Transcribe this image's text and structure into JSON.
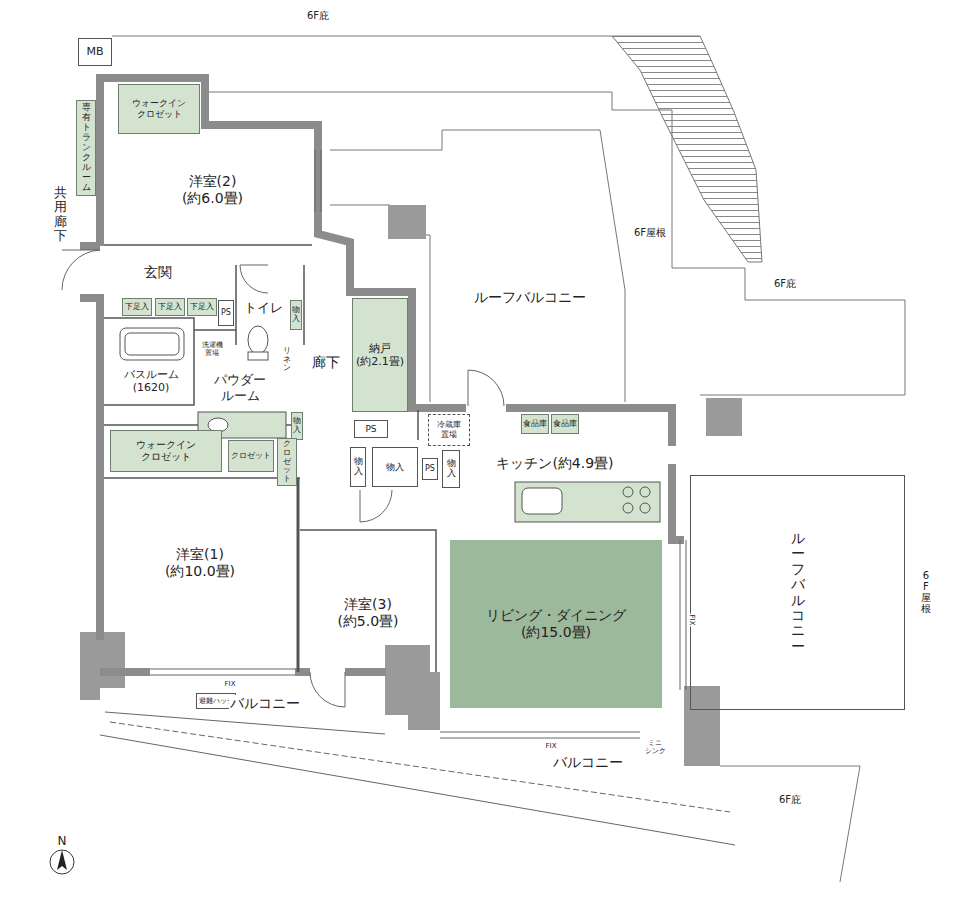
{
  "diagram": {
    "nodes": [
      {
        "text": [
          "MB"
        ]
      },
      {
        "text": [
          "専有トランクルーム"
        ]
      },
      {
        "text": [
          "ウォークイン クロゼット"
        ]
      },
      {
        "text": [
          "洋室(2)",
          "(約6.0畳)"
        ]
      },
      {
        "text": [
          "玄関"
        ]
      },
      {
        "text": [
          "下足入"
        ]
      },
      {
        "text": [
          "下足入"
        ]
      },
      {
        "text": [
          "下足入"
        ]
      },
      {
        "text": [
          "PS"
        ]
      },
      {
        "text": [
          "トイレ"
        ]
      },
      {
        "text": [
          "物入"
        ]
      },
      {
        "text": [
          "洗濯機 置場"
        ]
      },
      {
        "text": [
          "リネン"
        ]
      },
      {
        "text": [
          "バスルーム",
          "(1620)"
        ]
      },
      {
        "text": [
          "パウダー ルーム"
        ]
      },
      {
        "text": [
          "物入"
        ]
      },
      {
        "text": [
          "納戸",
          "(約2.1畳)"
        ]
      },
      {
        "text": [
          "PS"
        ]
      },
      {
        "text": [
          "ウォークイン クロゼット"
        ]
      },
      {
        "text": [
          "クロゼット"
        ]
      },
      {
        "text": [
          "クロゼット"
        ]
      },
      {
        "text": [
          "物入"
        ]
      },
      {
        "text": [
          "物入"
        ]
      },
      {
        "text": [
          "PS"
        ]
      },
      {
        "text": [
          "物入"
        ]
      },
      {
        "text": [
          "冷蔵庫 置場"
        ]
      },
      {
        "text": [
          "食品庫"
        ]
      },
      {
        "text": [
          "食品庫"
        ]
      },
      {
        "text": [
          "キッチン(約4.9畳)"
        ]
      },
      {
        "text": [
          "洋室(1)",
          "(約10.0畳)"
        ]
      },
      {
        "text": [
          "洋室(3)",
          "(約5.0畳)"
        ]
      },
      {
        "text": [
          "リビング・ダイニング",
          "(約15.0畳)"
        ]
      },
      {
        "text": [
          "ルーフバルコニー"
        ]
      },
      {
        "text": [
          "避難ハッチ"
        ]
      }
    ],
    "labels": [
      "6F庇",
      "共用廊下",
      "6F屋根",
      "6F庇",
      "ルーフバルコニー",
      "廊下",
      "FIX",
      "バルコニー",
      "FIX",
      "ミニ シンク",
      "バルコニー",
      "FIX",
      "6F屋根",
      "6F庇",
      "N"
    ]
  }
}
